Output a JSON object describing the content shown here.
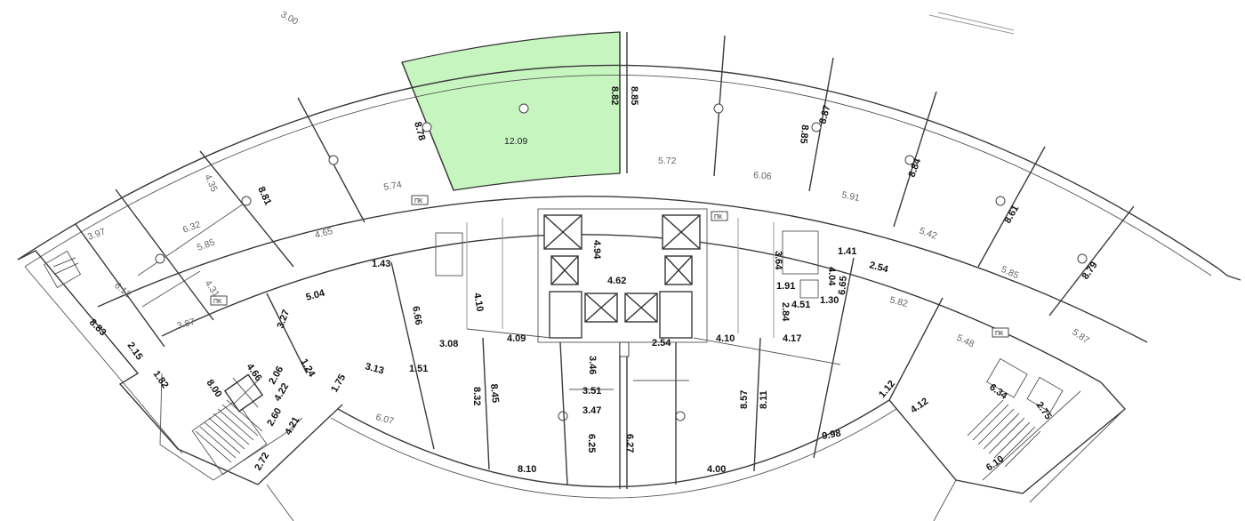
{
  "highlight_color": "#c6f5bf",
  "highlighted_unit_area": "12.09",
  "corner_label": "3.00",
  "shaft_label": "ПК",
  "outer_units": [
    {
      "label": "3.97"
    },
    {
      "label": "6.12"
    },
    {
      "label": "8.83"
    },
    {
      "label": "2.15"
    },
    {
      "label": "4.35"
    },
    {
      "label": "6.32"
    },
    {
      "label": "5.85"
    },
    {
      "label": "4.31"
    },
    {
      "label": "3.87"
    },
    {
      "label": "8.81"
    },
    {
      "label": "4.65"
    },
    {
      "label": "8.78"
    },
    {
      "label": "5.74"
    },
    {
      "label": "8.82"
    },
    {
      "label": "8.85"
    },
    {
      "label": "5.72"
    },
    {
      "label": "8.85"
    },
    {
      "label": "6.06"
    },
    {
      "label": "8.87"
    },
    {
      "label": "5.91"
    },
    {
      "label": "8.84"
    },
    {
      "label": "5.42"
    },
    {
      "label": "8.61"
    },
    {
      "label": "5.85"
    },
    {
      "label": "8.79"
    },
    {
      "label": "5.87"
    }
  ],
  "core_labels": [
    {
      "label": "4.94"
    },
    {
      "label": "4.62"
    },
    {
      "label": "2.54"
    },
    {
      "label": "3.46"
    },
    {
      "label": "1.43"
    },
    {
      "label": "4.10"
    },
    {
      "label": "4.09"
    },
    {
      "label": "4.10"
    },
    {
      "label": "4.17"
    },
    {
      "label": "3.64"
    },
    {
      "label": "4.04"
    },
    {
      "label": "1.41"
    },
    {
      "label": "1.91"
    },
    {
      "label": "4.51"
    },
    {
      "label": "1.30"
    },
    {
      "label": "2.84"
    },
    {
      "label": "6.65"
    },
    {
      "label": "2.54"
    }
  ],
  "inner_units": [
    {
      "label": "5.04"
    },
    {
      "label": "3.27"
    },
    {
      "label": "6.66"
    },
    {
      "label": "3.08"
    },
    {
      "label": "3.13"
    },
    {
      "label": "1.51"
    },
    {
      "label": "1.24"
    },
    {
      "label": "1.75"
    },
    {
      "label": "6.07"
    },
    {
      "label": "8.32"
    },
    {
      "label": "8.45"
    },
    {
      "label": "8.10"
    },
    {
      "label": "3.51"
    },
    {
      "label": "3.47"
    },
    {
      "label": "6.25"
    },
    {
      "label": "6.27"
    },
    {
      "label": "4.00"
    },
    {
      "label": "8.57"
    },
    {
      "label": "8.11"
    },
    {
      "label": "9.98"
    },
    {
      "label": "5.82"
    },
    {
      "label": "5.48"
    },
    {
      "label": "1.12"
    },
    {
      "label": "4.12"
    },
    {
      "label": "6.34"
    },
    {
      "label": "2.75"
    },
    {
      "label": "6.10"
    }
  ],
  "stair_labels": [
    {
      "label": "1.82"
    },
    {
      "label": "8.00"
    },
    {
      "label": "4.66"
    },
    {
      "label": "2.06"
    },
    {
      "label": "4.22"
    },
    {
      "label": "2.60"
    },
    {
      "label": "4.21"
    },
    {
      "label": "2.72"
    }
  ]
}
